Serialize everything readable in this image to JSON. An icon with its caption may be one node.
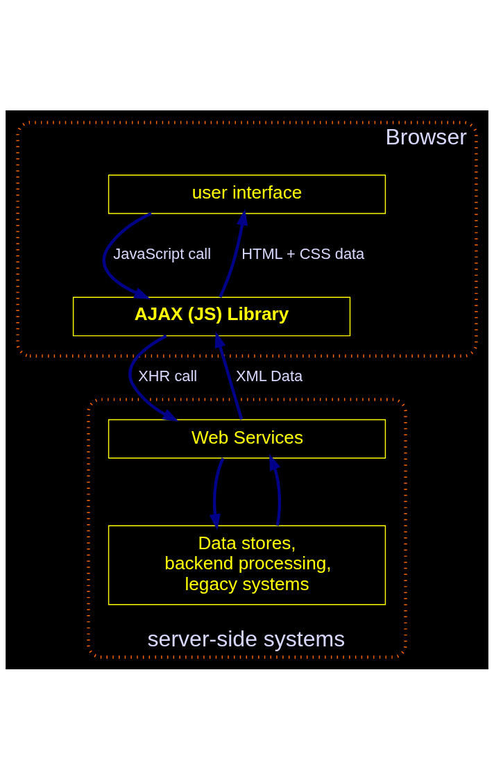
{
  "diagram": {
    "nodes": [
      {
        "text": [
          "Browser"
        ]
      },
      {
        "text": [
          "user interface"
        ],
        "in": 0
      },
      {
        "text": [
          "AJAX (JS) Library"
        ],
        "in": 0
      },
      {
        "text": [
          "server-side systems"
        ]
      },
      {
        "text": [
          "Web Services"
        ],
        "in": 3
      },
      {
        "text": [
          "Data stores, backend processing, legacy systems"
        ],
        "in": 3
      }
    ],
    "edges": [
      {
        "from": 1,
        "to": 2,
        "arrow": "to",
        "label": "JavaScript call"
      },
      {
        "from": 2,
        "to": 1,
        "arrow": "to",
        "label": "HTML + CSS data"
      },
      {
        "from": 2,
        "to": 4,
        "arrow": "to",
        "label": "XHR call"
      },
      {
        "from": 4,
        "to": 2,
        "arrow": "to",
        "label": "XML Data"
      },
      {
        "from": 4,
        "to": 5,
        "arrow": "to"
      },
      {
        "from": 5,
        "to": 4,
        "arrow": "to"
      }
    ]
  }
}
